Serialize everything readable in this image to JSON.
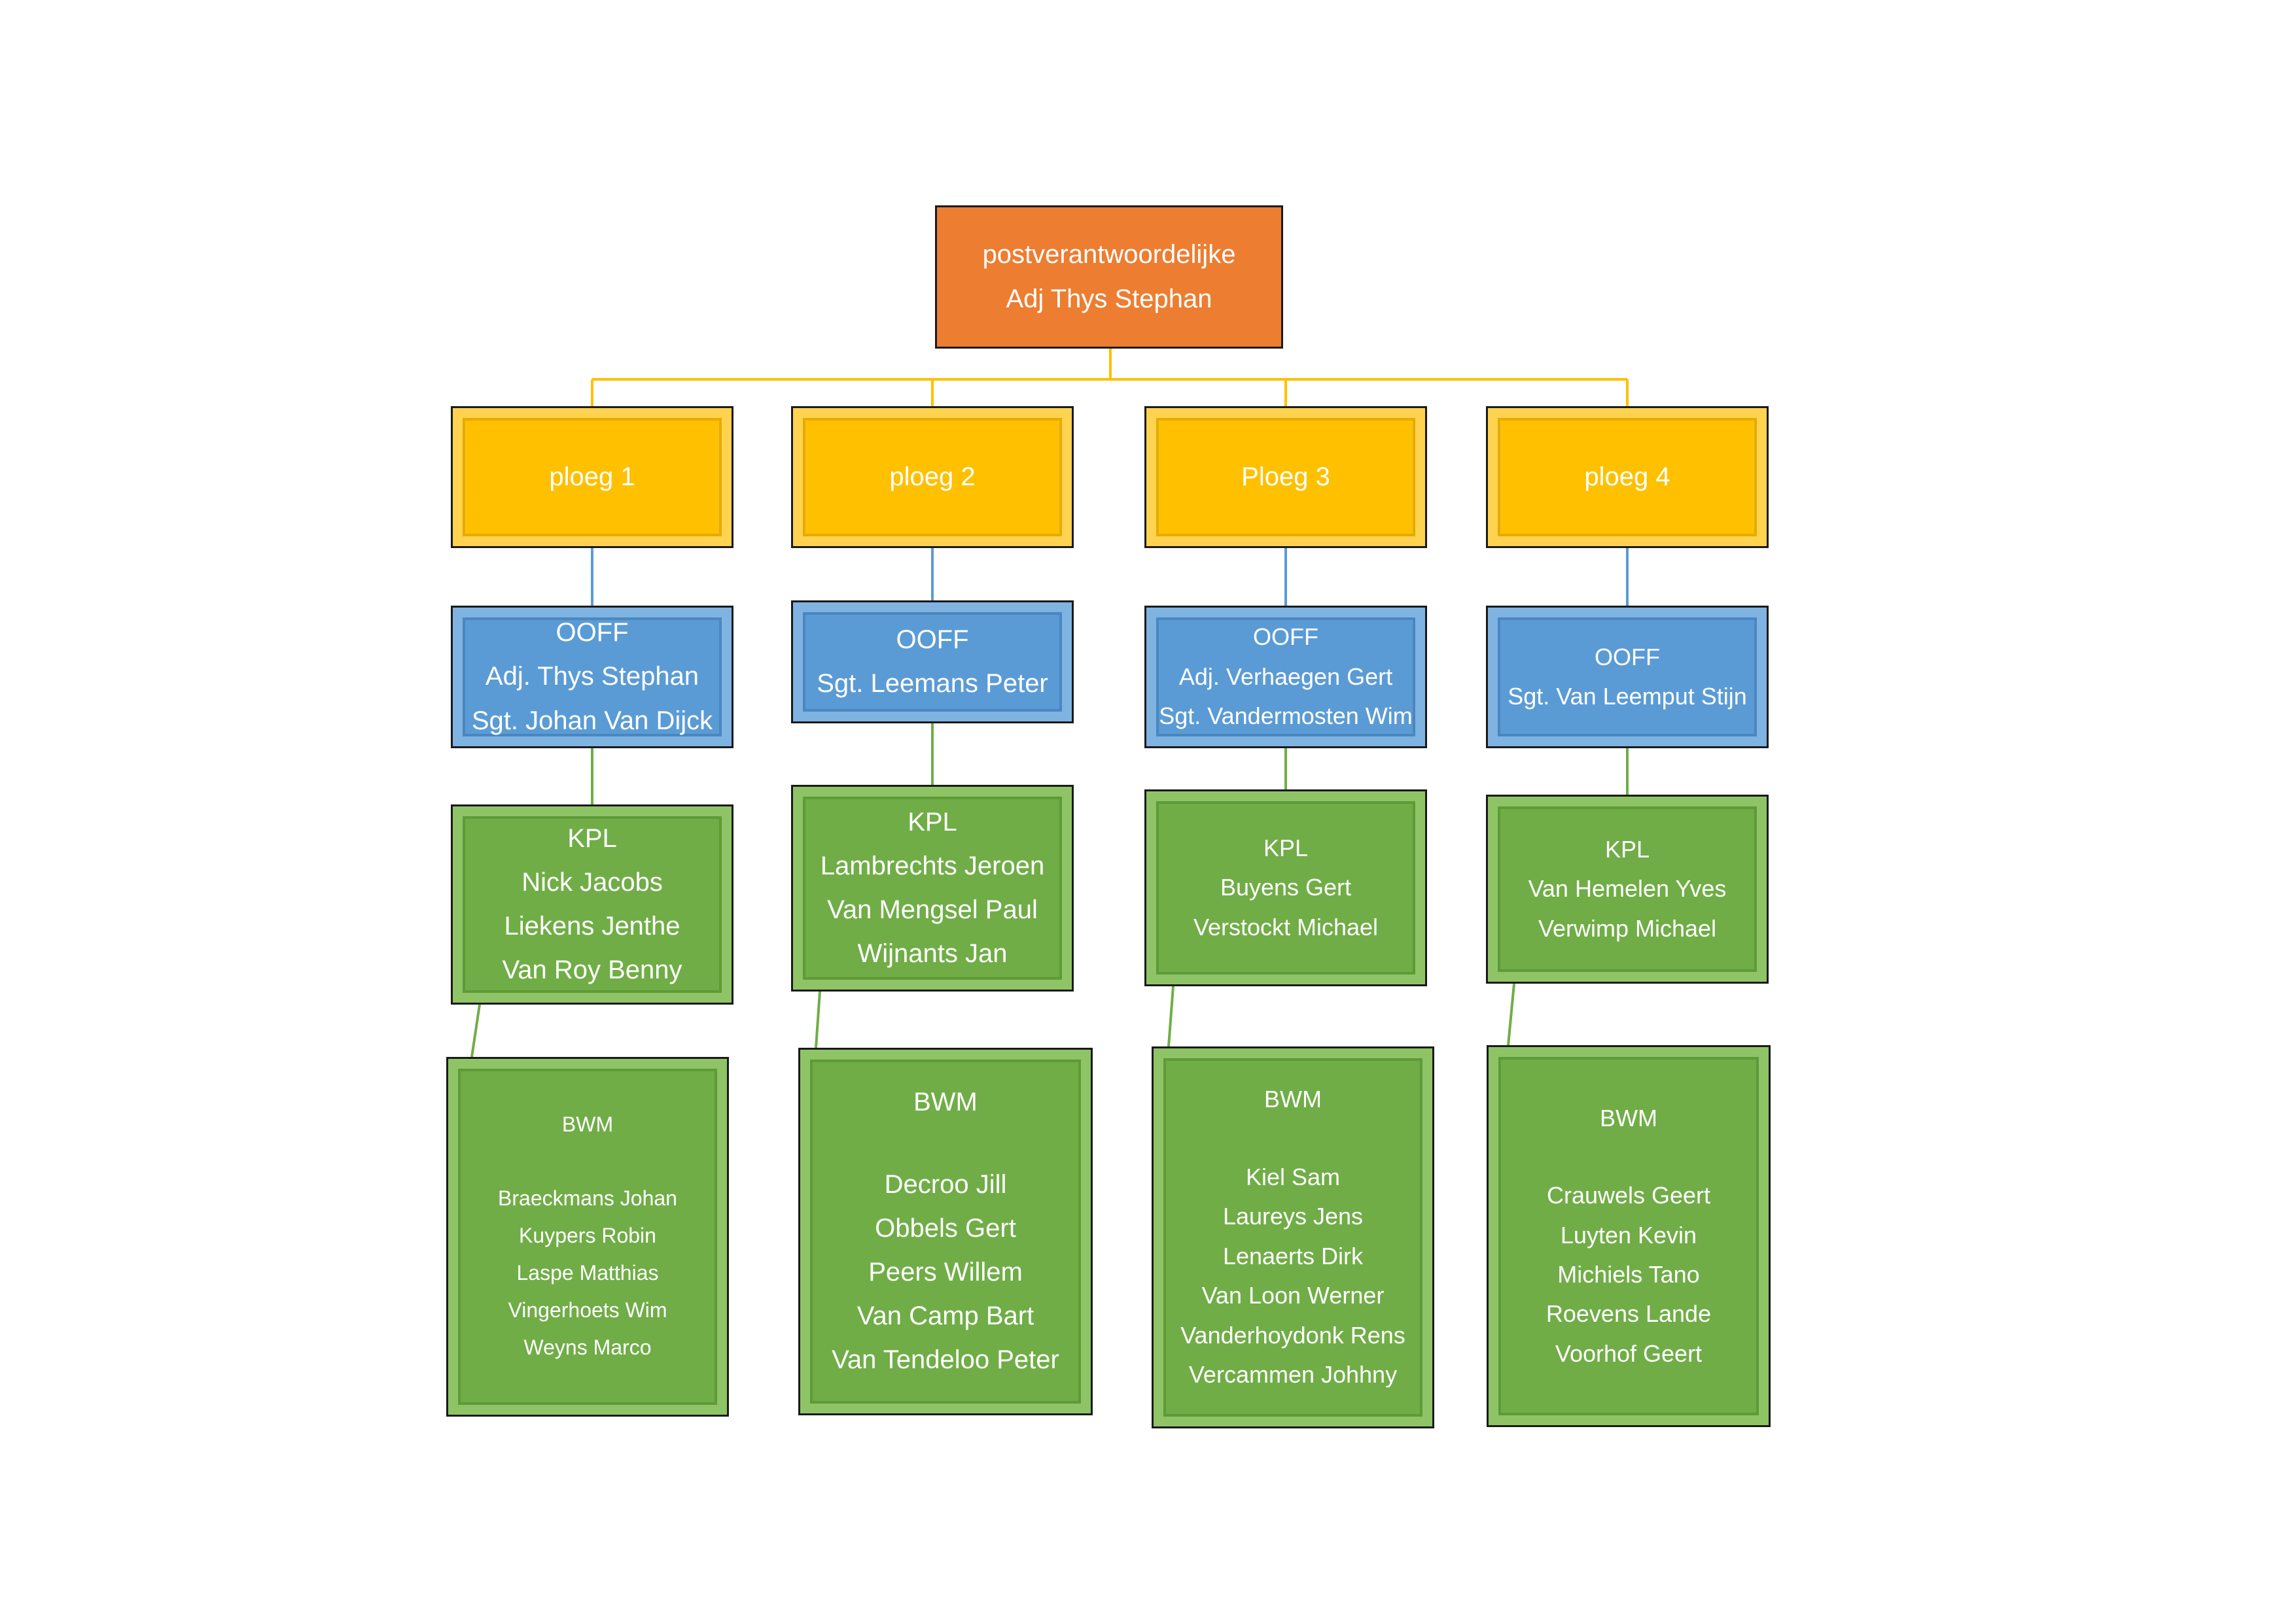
{
  "root": {
    "title": "postverantwoordelijke",
    "name": "Adj Thys Stephan"
  },
  "teams": [
    {
      "label": "ploeg 1",
      "ooff": {
        "title": "OOFF",
        "members": [
          "Adj.  Thys Stephan",
          "Sgt. Johan Van Dijck"
        ]
      },
      "kpl": {
        "title": "KPL",
        "members": [
          "Nick Jacobs",
          "Liekens Jenthe",
          "Van Roy Benny"
        ]
      },
      "bwm": {
        "title": "BWM",
        "members": [
          "Braeckmans Johan",
          "Kuypers Robin",
          "Laspe Matthias",
          "Vingerhoets Wim",
          "Weyns Marco"
        ]
      }
    },
    {
      "label": "ploeg 2",
      "ooff": {
        "title": "OOFF",
        "members": [
          "Sgt. Leemans  Peter"
        ]
      },
      "kpl": {
        "title": "KPL",
        "members": [
          "Lambrechts Jeroen",
          "Van Mengsel Paul",
          "Wijnants Jan"
        ]
      },
      "bwm": {
        "title": "BWM",
        "members": [
          "Decroo Jill",
          "Obbels Gert",
          "Peers Willem",
          "Van Camp Bart",
          "Van Tendeloo Peter"
        ]
      }
    },
    {
      "label": "Ploeg 3",
      "ooff": {
        "title": "OOFF",
        "members": [
          "Adj. Verhaegen Gert",
          "Sgt. Vandermosten Wim"
        ]
      },
      "kpl": {
        "title": "KPL",
        "members": [
          "Buyens Gert",
          "Verstockt  Michael"
        ]
      },
      "bwm": {
        "title": "BWM",
        "members": [
          "Kiel Sam",
          "Laureys Jens",
          "Lenaerts Dirk",
          "Van Loon Werner",
          "Vanderhoydonk Rens",
          "Vercammen Johhny"
        ]
      }
    },
    {
      "label": "ploeg 4",
      "ooff": {
        "title": "OOFF",
        "members": [
          "Sgt. Van Leemput Stijn"
        ]
      },
      "kpl": {
        "title": "KPL",
        "members": [
          "Van Hemelen Yves",
          "Verwimp Michael"
        ]
      },
      "bwm": {
        "title": "BWM",
        "members": [
          "Crauwels Geert",
          "Luyten Kevin",
          "Michiels Tano",
          "Roevens Lande",
          "Voorhof Geert"
        ]
      }
    }
  ],
  "colors": {
    "root": "#ed7d31",
    "team": "#ffc000",
    "ooff": "#5b9bd5",
    "kpl_bwm": "#70ad47",
    "connector_gold": "#ffc000",
    "connector_blue": "#5b9bd5",
    "connector_green": "#70ad47"
  }
}
